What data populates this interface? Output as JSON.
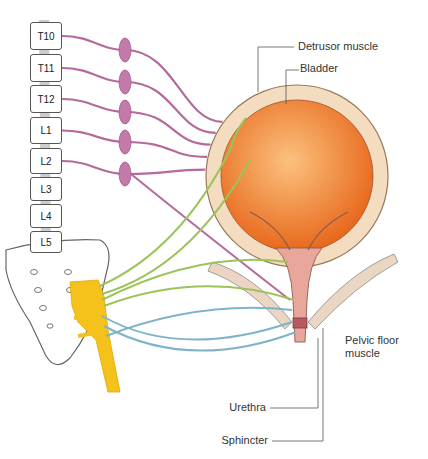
{
  "diagram": {
    "nodes": [
      {
        "text": [
          "T10"
        ]
      },
      {
        "text": [
          "T11"
        ]
      },
      {
        "text": [
          "T12"
        ]
      },
      {
        "text": [
          "L1"
        ]
      },
      {
        "text": [
          "L2"
        ]
      },
      {
        "text": [
          "L3"
        ]
      },
      {
        "text": [
          "L4"
        ]
      },
      {
        "text": [
          "L5"
        ]
      },
      {
        "text": [
          "Bladder"
        ]
      }
    ],
    "edges": [
      {
        "from": 0,
        "to": 8,
        "arrow": "none"
      },
      {
        "from": 1,
        "to": 8,
        "arrow": "none"
      },
      {
        "from": 2,
        "to": 8,
        "arrow": "none"
      },
      {
        "from": 3,
        "to": 8,
        "arrow": "none"
      },
      {
        "from": 4,
        "to": 8,
        "arrow": "none"
      }
    ],
    "labels": [
      "Detrusor muscle",
      "Pelvic floor muscle",
      "Urethra",
      "Sphincter"
    ]
  }
}
